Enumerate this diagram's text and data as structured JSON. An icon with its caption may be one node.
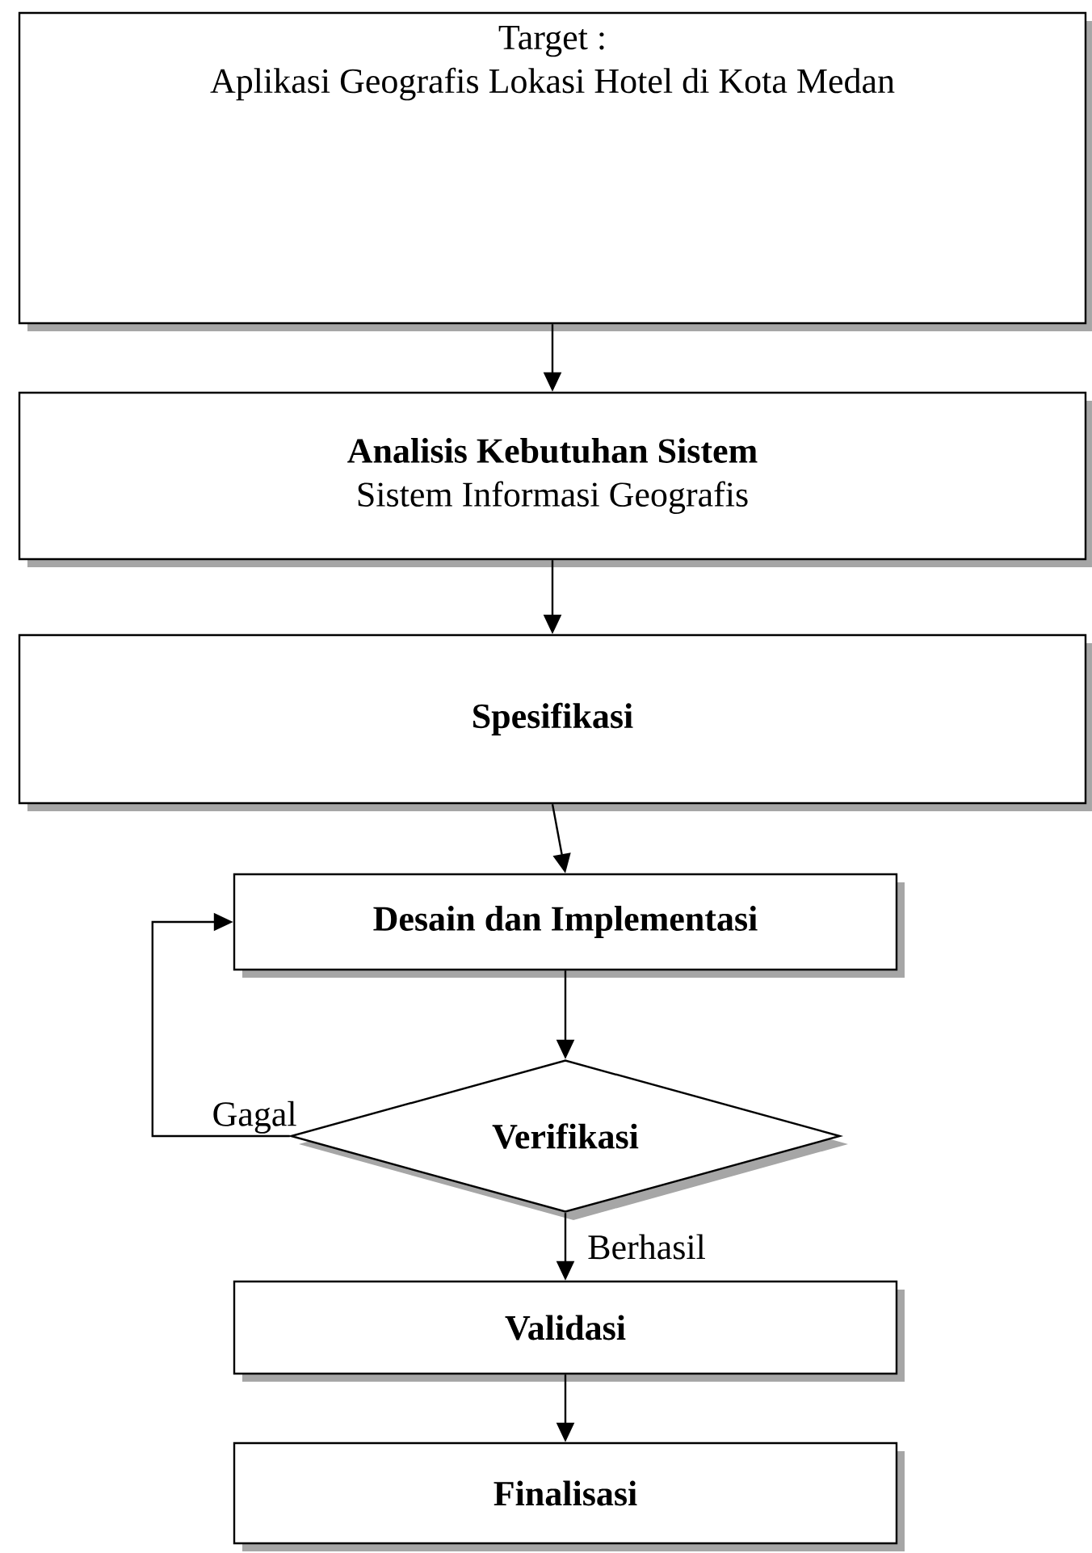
{
  "diagram": {
    "nodes": [
      {
        "text": [
          "Target :",
          "Aplikasi Geografis Lokasi Hotel di Kota Medan"
        ]
      },
      {
        "text": [
          "Analisis Kebutuhan Sistem",
          "Sistem Informasi Geografis"
        ]
      },
      {
        "text": [
          "Spesifikasi"
        ]
      },
      {
        "text": [
          "Desain dan Implementasi"
        ]
      },
      {
        "text": [
          "Verifikasi"
        ]
      },
      {
        "text": [
          "Validasi"
        ]
      },
      {
        "text": [
          "Finalisasi"
        ]
      }
    ],
    "edges": [
      {
        "from": 0,
        "to": 1,
        "arrow": "to"
      },
      {
        "from": 1,
        "to": 2,
        "arrow": "to"
      },
      {
        "from": 2,
        "to": 3,
        "arrow": "to"
      },
      {
        "from": 3,
        "to": 4,
        "arrow": "to"
      },
      {
        "from": 4,
        "to": 3,
        "arrow": "to",
        "label": "Gagal"
      },
      {
        "from": 4,
        "to": 5,
        "arrow": "to",
        "label": "Berhasil"
      },
      {
        "from": 5,
        "to": 6,
        "arrow": "to"
      }
    ]
  }
}
